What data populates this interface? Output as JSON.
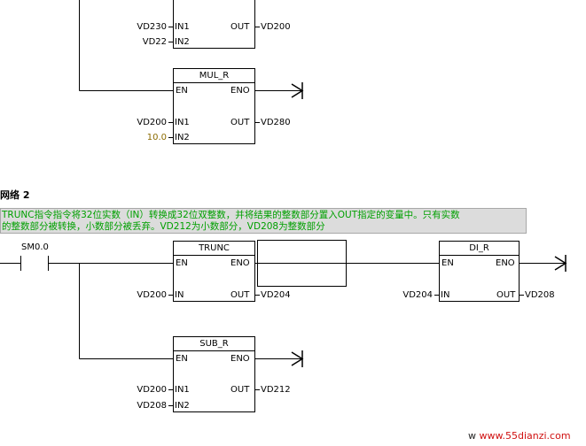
{
  "network1_partial": {
    "box_top": {
      "inputs": [
        {
          "param": "IN1",
          "operand": "VD230"
        },
        {
          "param": "IN2",
          "operand": "VD22"
        }
      ],
      "output": {
        "param": "OUT",
        "operand": "VD200"
      }
    },
    "mul_r": {
      "title": "MUL_R",
      "en": "EN",
      "eno": "ENO",
      "in1": {
        "param": "IN1",
        "operand": "VD200"
      },
      "in2": {
        "param": "IN2",
        "operand": "10.0"
      },
      "out": {
        "param": "OUT",
        "operand": "VD280"
      }
    }
  },
  "network2": {
    "title": "网络 2",
    "comment_lines": [
      "TRUNC指令指令将32位实数（IN）转换成32位双整数，并将结果的整数部分置入OUT指定的变量中。只有实数",
      "的整数部分被转换，小数部分被丢弃。VD212为小数部分，VD208为整数部分"
    ],
    "contact": "SM0.0",
    "trunc": {
      "title": "TRUNC",
      "en": "EN",
      "eno": "ENO",
      "in": {
        "param": "IN",
        "operand": "VD200"
      },
      "out": {
        "param": "OUT",
        "operand": "VD204"
      }
    },
    "di_r": {
      "title": "DI_R",
      "en": "EN",
      "eno": "ENO",
      "in": {
        "param": "IN",
        "operand": "VD204"
      },
      "out": {
        "param": "OUT",
        "operand": "VD208"
      }
    },
    "sub_r": {
      "title": "SUB_R",
      "en": "EN",
      "eno": "ENO",
      "in1": {
        "param": "IN1",
        "operand": "VD200"
      },
      "in2": {
        "param": "IN2",
        "operand": "VD208"
      },
      "out": {
        "param": "OUT",
        "operand": "VD212"
      }
    }
  },
  "watermark": {
    "prefix": "w",
    "site": "www.55dianzi.com"
  },
  "colors": {
    "comment_text": "#00a000",
    "comment_bg": "#dcdcdc",
    "constant": "#8b6b00",
    "watermark": "#d01010"
  }
}
